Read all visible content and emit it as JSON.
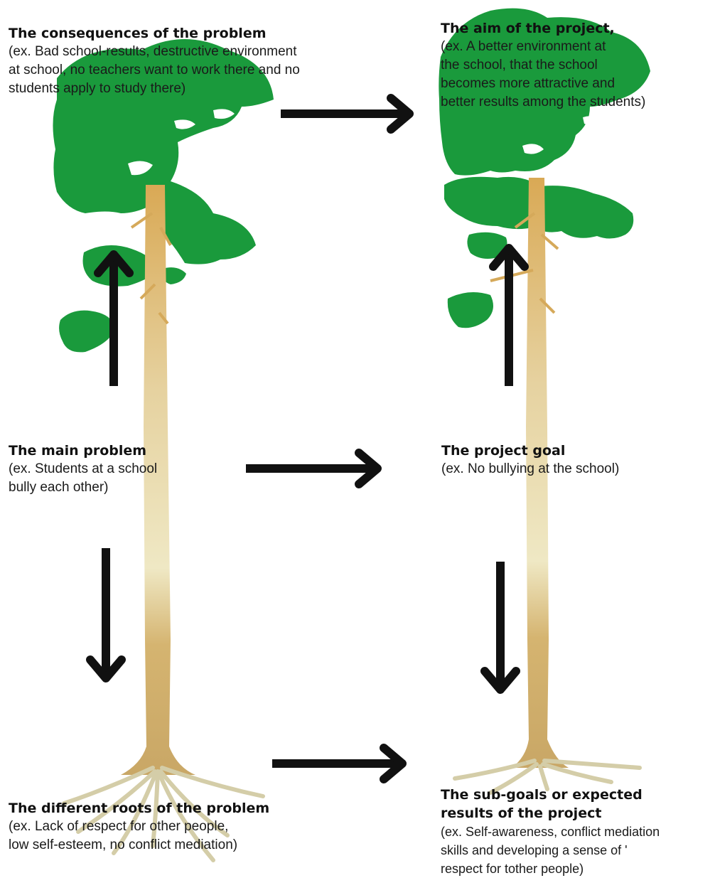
{
  "left": {
    "consequences": {
      "heading": "The consequences of the problem",
      "description": "(ex. Bad school-results, destructive environment\nat school, no teachers want to work there and no\nstudents apply to study there)"
    },
    "main_problem": {
      "heading": "The main problem",
      "description": "(ex. Students at a school\nbully each other)"
    },
    "roots": {
      "heading": "The different roots of the problem",
      "description": "(ex. Lack of respect for other people,\nlow self-esteem, no conflict mediation)"
    }
  },
  "right": {
    "aim": {
      "heading": "The aim of the project,",
      "description": "(ex. A better environment at\nthe school, that the school\nbecomes more attractive and\nbetter results among the students)"
    },
    "goal": {
      "heading": "The project goal",
      "description": "(ex. No bullying at the school)"
    },
    "subgoals": {
      "heading": "The sub-goals or expected\nresults of the project",
      "description": "(ex. Self-awareness, conflict mediation\nskills and developing a sense of '\nrespect for tother people)"
    }
  },
  "colors": {
    "foliage": "#1a9a3c",
    "foliage_dark": "#0f7d2c",
    "trunk": "#d8b56a",
    "trunk_light": "#ece3b8",
    "roots": "#cfc9a5",
    "arrow": "#111111"
  }
}
